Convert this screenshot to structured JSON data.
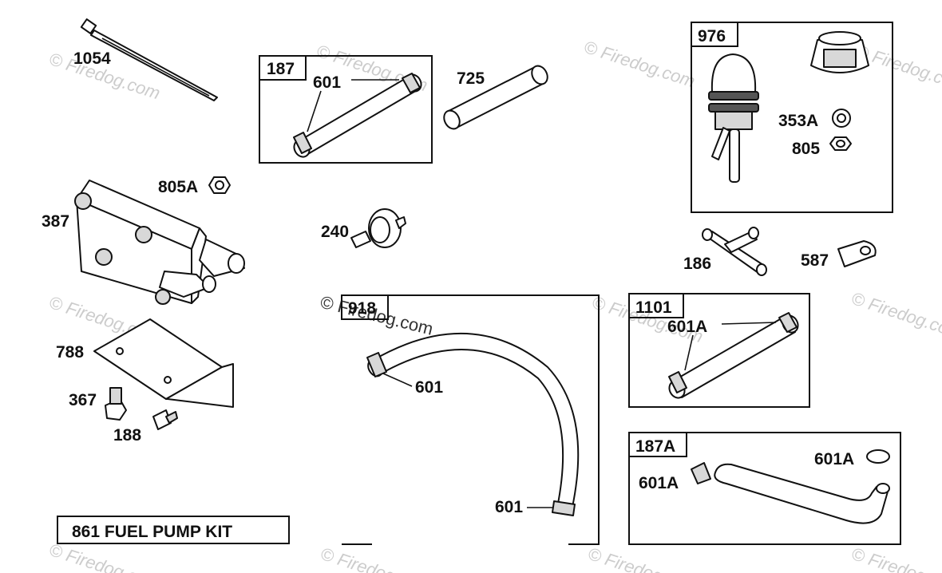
{
  "watermark": {
    "text": "© Firedog.com",
    "prominent": "© Firedog.com"
  },
  "kit_title": "861 FUEL PUMP KIT",
  "boxes": {
    "b187": "187",
    "b976": "976",
    "b918": "918",
    "b1101": "1101",
    "b187A": "187A"
  },
  "parts": {
    "p1054": "1054",
    "p601_a": "601",
    "p725": "725",
    "p353A": "353A",
    "p805": "805",
    "p805A": "805A",
    "p387": "387",
    "p240": "240",
    "p186": "186",
    "p587": "587",
    "p788": "788",
    "p367": "367",
    "p188": "188",
    "p601_b": "601",
    "p601_c": "601",
    "p601A_a": "601A",
    "p601A_b": "601A",
    "p601A_c": "601A"
  }
}
